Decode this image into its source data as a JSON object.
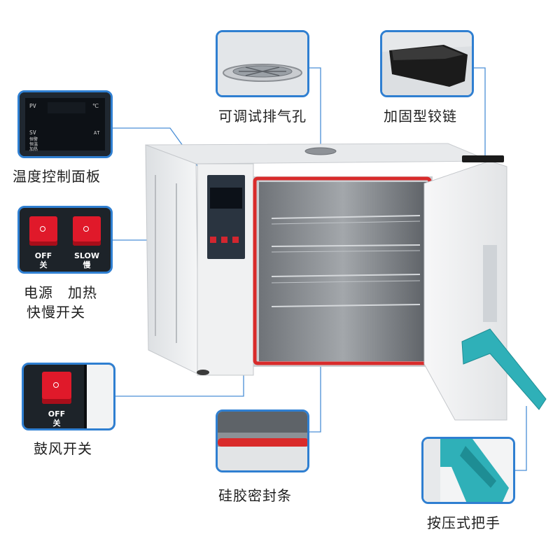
{
  "callouts": {
    "vent": {
      "label": "可调试排气孔"
    },
    "hinge": {
      "label": "加固型铰链"
    },
    "panel": {
      "label": "温度控制面板",
      "pv": "PV",
      "sv": "SV",
      "unit": "℃",
      "at": "AT",
      "side1": "恒警",
      "side2": "恒温",
      "side3": "加热"
    },
    "switches": {
      "label_line1": "电源　加热",
      "label_line2": "快慢开关",
      "off_en": "OFF",
      "off_cn": "关",
      "slow_en": "SLOW",
      "slow_cn": "慢"
    },
    "fan": {
      "label": "鼓风开关",
      "off_en": "OFF",
      "off_cn": "关"
    },
    "seal": {
      "label": "硅胶密封条"
    },
    "handle": {
      "label": "按压式把手"
    }
  },
  "colors": {
    "accent_blue": "#2f7fd1",
    "seal_red": "#d92b2b",
    "handle_teal": "#2fb0b8",
    "switch_red": "#e0192a"
  }
}
